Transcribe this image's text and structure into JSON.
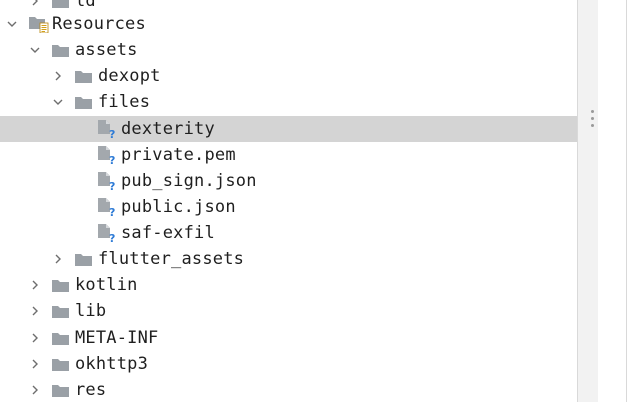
{
  "tree": {
    "items": [
      {
        "label": "ld",
        "kind": "folder",
        "expanded": false,
        "selected": false
      },
      {
        "label": "Resources",
        "kind": "resources",
        "expanded": true,
        "selected": false
      },
      {
        "label": "assets",
        "kind": "folder",
        "expanded": true,
        "selected": false
      },
      {
        "label": "dexopt",
        "kind": "folder",
        "expanded": false,
        "selected": false
      },
      {
        "label": "files",
        "kind": "folder",
        "expanded": true,
        "selected": false
      },
      {
        "label": "dexterity",
        "kind": "unknown-file",
        "selected": true
      },
      {
        "label": "private.pem",
        "kind": "unknown-file",
        "selected": false
      },
      {
        "label": "pub_sign.json",
        "kind": "unknown-file",
        "selected": false
      },
      {
        "label": "public.json",
        "kind": "unknown-file",
        "selected": false
      },
      {
        "label": "saf-exfil",
        "kind": "unknown-file",
        "selected": false
      },
      {
        "label": "flutter_assets",
        "kind": "folder",
        "expanded": false,
        "selected": false
      },
      {
        "label": "kotlin",
        "kind": "folder",
        "expanded": false,
        "selected": false
      },
      {
        "label": "lib",
        "kind": "folder",
        "expanded": false,
        "selected": false
      },
      {
        "label": "META-INF",
        "kind": "folder",
        "expanded": false,
        "selected": false
      },
      {
        "label": "okhttp3",
        "kind": "folder",
        "expanded": false,
        "selected": false
      },
      {
        "label": "res",
        "kind": "folder",
        "expanded": false,
        "selected": false
      }
    ]
  },
  "colors": {
    "selection": "#d4d4d4",
    "folder": "#9aa0a6",
    "file_badge": "#2e7bd6",
    "text": "#1f1f1f"
  },
  "icons": {
    "chevron_collapsed": "chevron-right-icon",
    "chevron_expanded": "chevron-down-icon",
    "folder": "folder-icon",
    "resources": "resources-folder-icon",
    "unknown_file": "unknown-file-icon"
  }
}
